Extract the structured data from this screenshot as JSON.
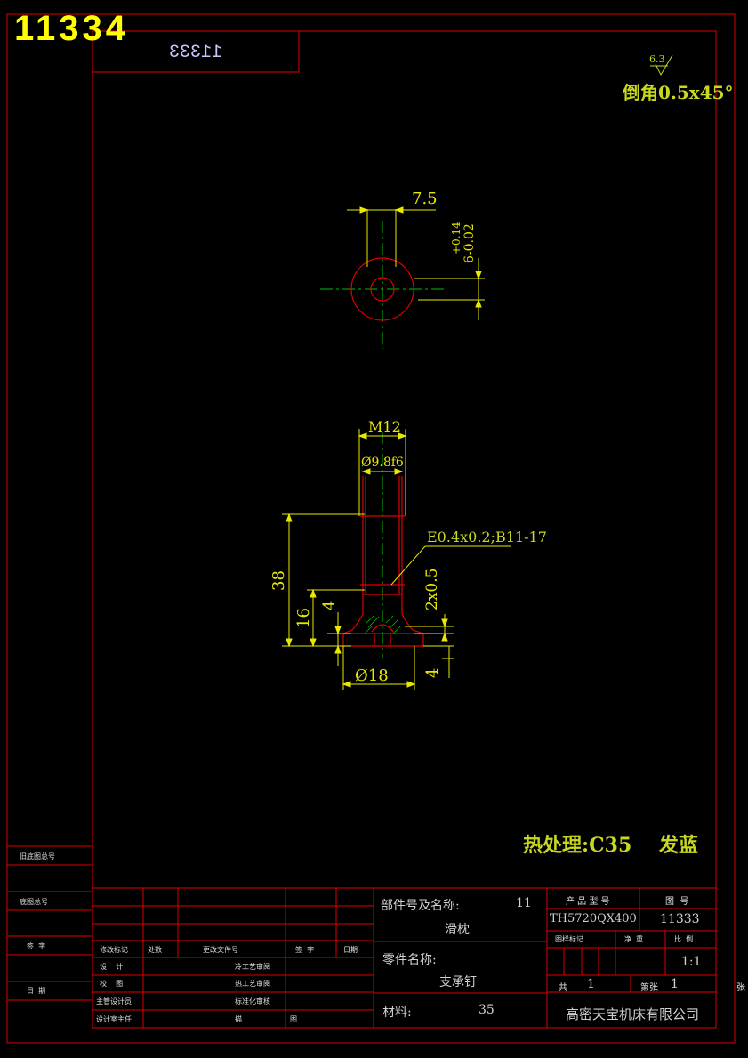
{
  "drawing_id": "11334",
  "mirrored_box_text": "11333",
  "surface_finish": {
    "value": "6.3",
    "note": "倒角0.5x45°"
  },
  "dimensions": {
    "d_7_5": "7.5",
    "tol_upper": "+0.14",
    "tol_base": "6-0.02",
    "m12": "M12",
    "phi_9_8f6": "Ø9.8f6",
    "thread_note": "E0.4x0.2;B11-17",
    "d_38": "38",
    "d_16": "16",
    "d_4a": "4",
    "d_2x0_5": "2x0.5",
    "d_phi18": "Ø18",
    "d_4b": "4"
  },
  "heat_treatment": "热处理:C35    发蓝",
  "left_side_labels": [
    "旧底图总号",
    "底图总号",
    "签  字",
    "日  期"
  ],
  "title_block": {
    "revision_headers": [
      "修改标记",
      "处数",
      "更改文件号",
      "签  字",
      "日期"
    ],
    "role_rows": [
      {
        "left": "设    计",
        "mid": "冷工艺审阅"
      },
      {
        "left": "校    图",
        "mid": "热工艺审阅"
      },
      {
        "left": "主管设计员",
        "mid": "标准化审核"
      },
      {
        "left": "设计室主任",
        "mid": "描",
        "right": "图"
      }
    ],
    "assembly_label": "部件号及名称:",
    "assembly_no": "11",
    "assembly_name": "滑枕",
    "part_label": "零件名称:",
    "part_name": "支承钉",
    "material_label": "材料:",
    "material_value": "35",
    "product_model_header": "产 品 型 号",
    "product_model": "TH5720QX400",
    "drawing_no_header": "图  号",
    "drawing_no": "11333",
    "marks_header": "图样标记",
    "weight_header": "净  重",
    "scale_header": "比  例",
    "scale": "1:1",
    "total_sheets_label": "共",
    "total_sheets": "1",
    "sheet_label": "第张",
    "sheet_no": "1",
    "company": "高密天宝机床有限公司",
    "edge_char": "张"
  },
  "colors": {
    "frame": "#e00000",
    "dim": "#e8e800",
    "center": "#00c000",
    "note": "#c8d820"
  }
}
